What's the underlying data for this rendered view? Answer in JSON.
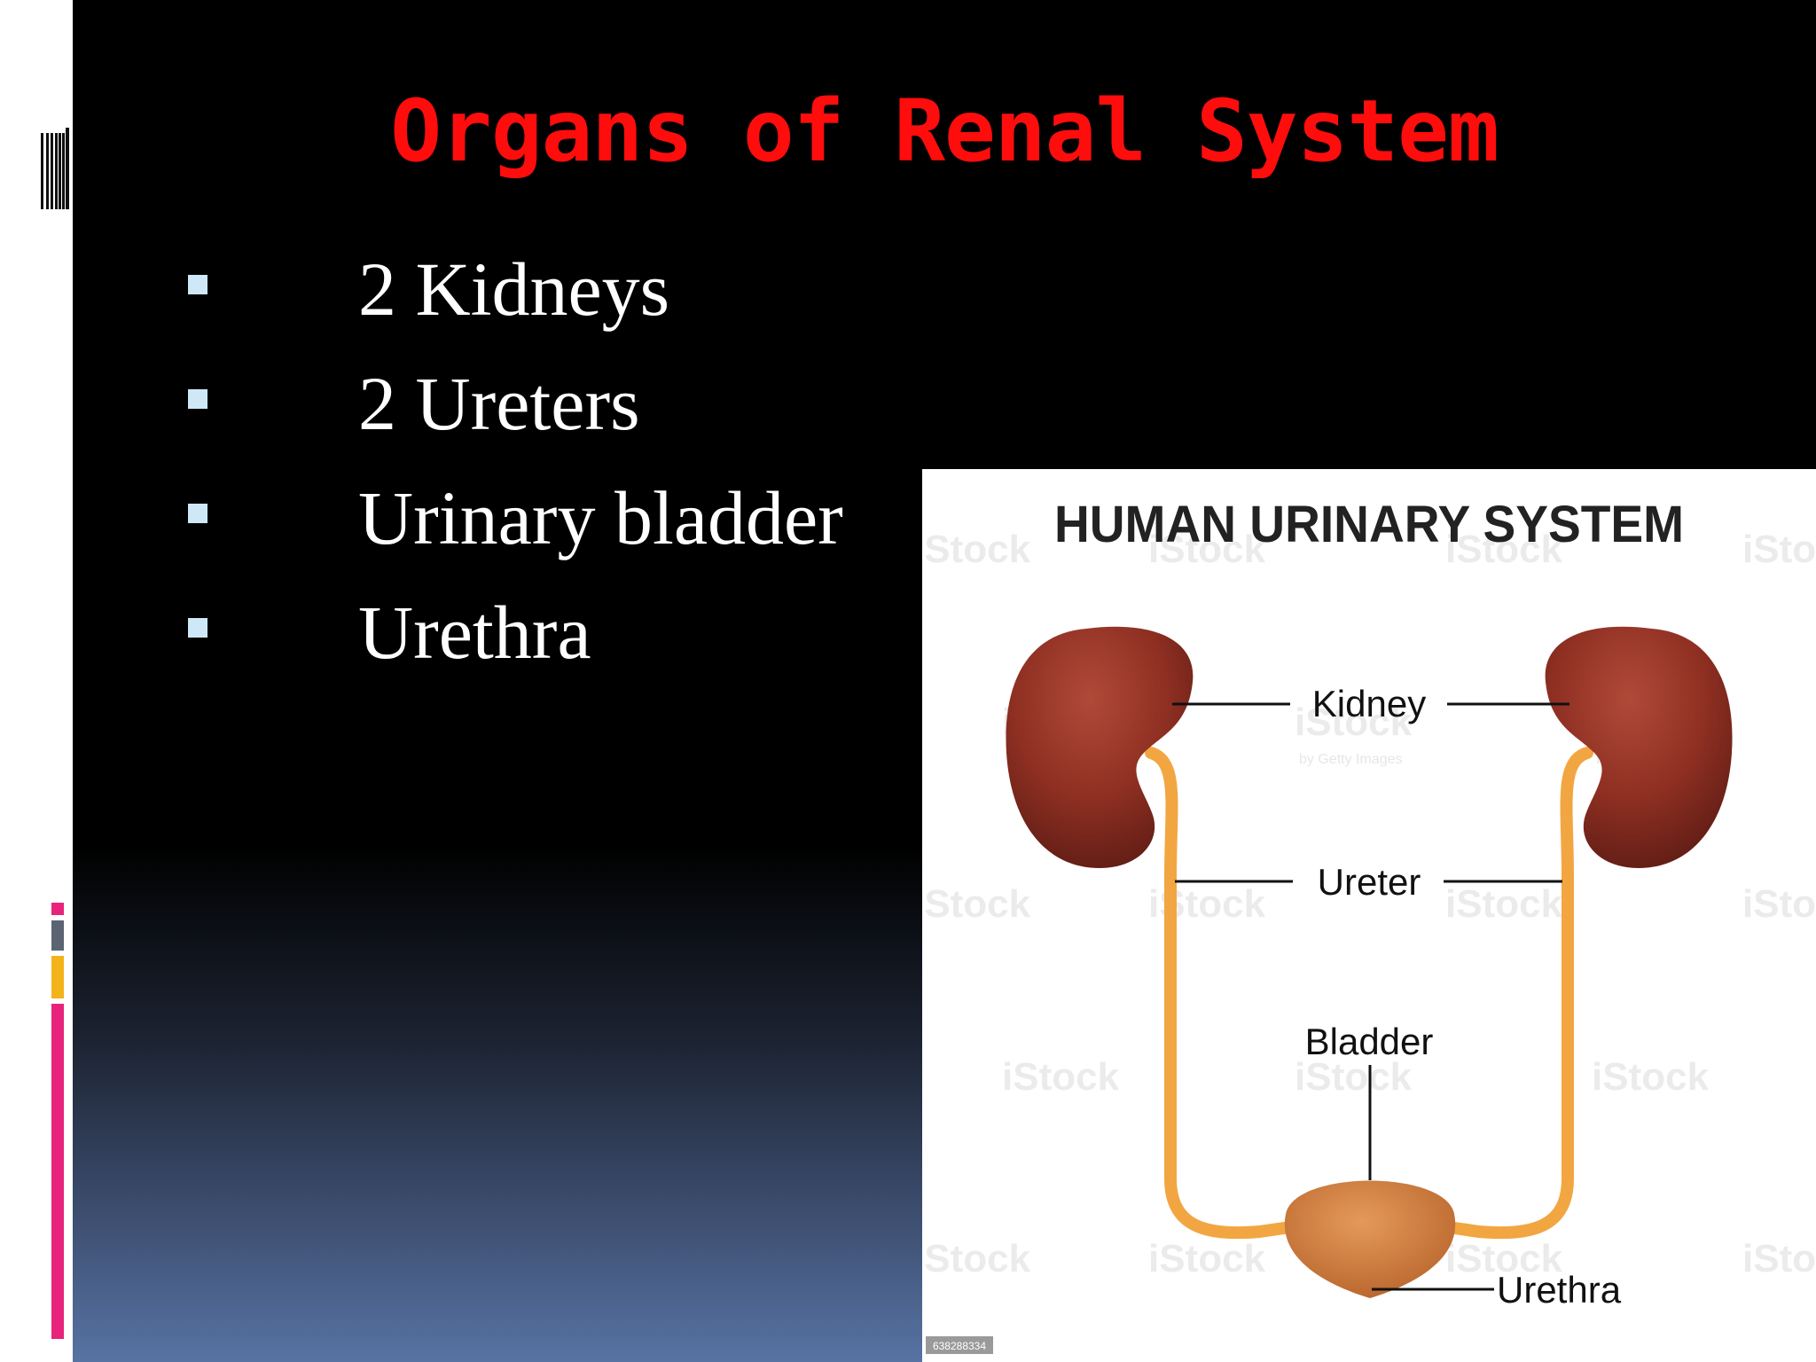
{
  "slide": {
    "title": "Organs of Renal System",
    "bullets": [
      {
        "label": "2 Kidneys"
      },
      {
        "label": "2 Ureters"
      },
      {
        "label": "Urinary bladder"
      },
      {
        "label": "Urethra"
      }
    ]
  },
  "figure": {
    "title": "HUMAN URINARY SYSTEM",
    "labels": {
      "kidney": "Kidney",
      "ureter": "Ureter",
      "bladder": "Bladder",
      "urethra": "Urethra"
    },
    "watermark": "iStock",
    "watermark_sub": "by Getty Images",
    "stock_id": "638288334"
  },
  "colors": {
    "title": "#ff0d0d",
    "bullet_marker": "#cfe8f7",
    "kidney": "#8e2f22",
    "ureter": "#f2a641",
    "bladder": "#cf7a3c",
    "accent_bars": [
      "#e8237b",
      "#5b6472",
      "#f4b21b",
      "#e8237b"
    ]
  }
}
